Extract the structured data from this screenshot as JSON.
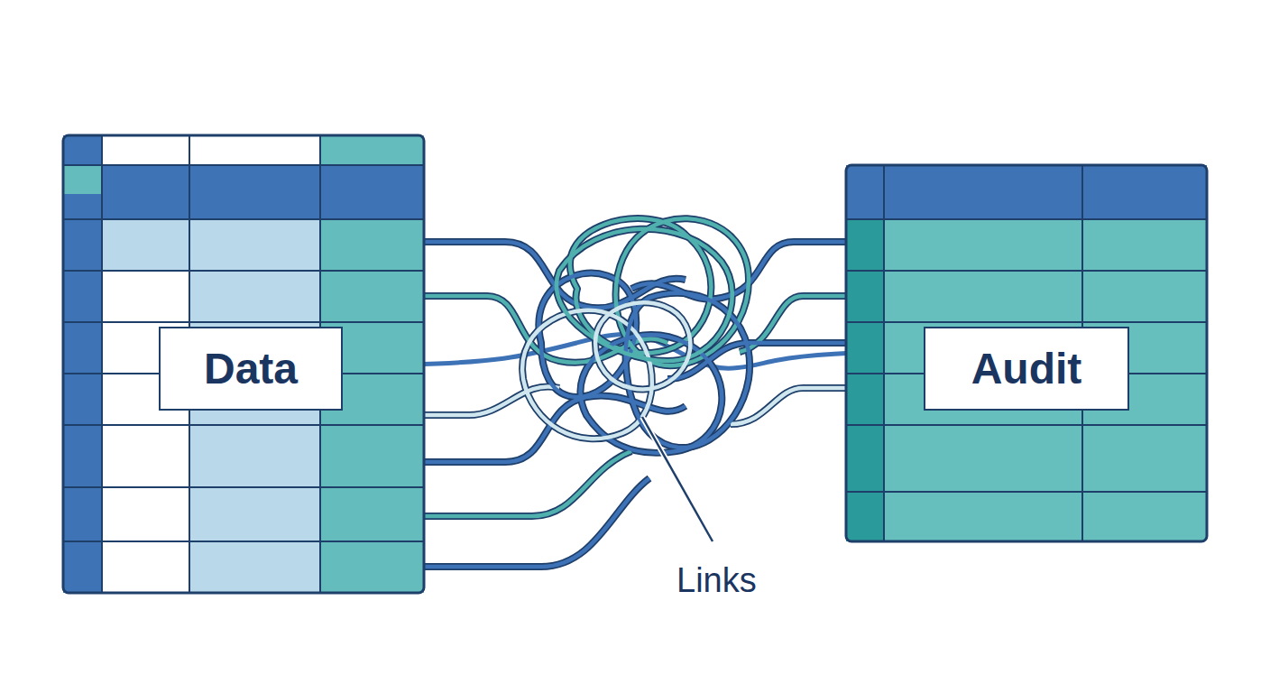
{
  "diagram": {
    "nodes": [
      {
        "text": [
          "Data"
        ]
      },
      {
        "text": [
          "Audit"
        ]
      }
    ],
    "edges": [
      {
        "from": 0,
        "to": 1,
        "arrow": "none"
      }
    ],
    "labels": [
      "Links"
    ]
  }
}
